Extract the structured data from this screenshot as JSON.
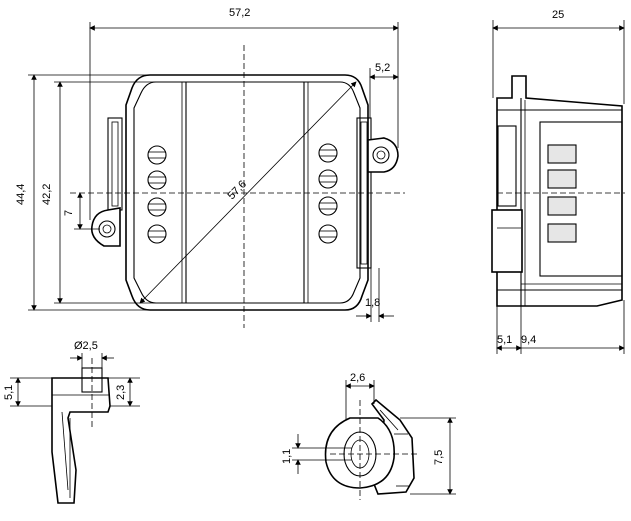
{
  "dimensions": {
    "front_width": "57,2",
    "front_height_outer": "44,4",
    "front_height_inner": "42,2",
    "diagonal": "57,6",
    "tab_offset": "5,2",
    "mount_offset": "7",
    "clip_width": "1,8",
    "side_depth": "25",
    "side_left": "5,1",
    "side_right": "9,4",
    "clip_diameter": "Ø2,5",
    "clip_height": "5,1",
    "clip_step": "2,3",
    "ear_width": "2,6",
    "ear_small": "1,1",
    "ear_height": "7,5"
  }
}
